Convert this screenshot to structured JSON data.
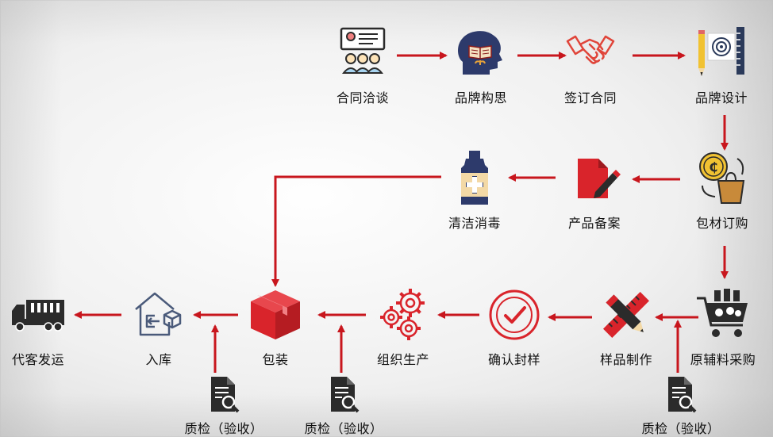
{
  "steps": {
    "contract_negotiation": "合同洽谈",
    "brand_concept": "品牌构思",
    "sign_contract": "签订合同",
    "brand_design": "品牌设计",
    "packaging_purchase": "包材订购",
    "product_filing": "产品备案",
    "cleaning": "清洁消毒",
    "packaging": "包装",
    "organize_production": "组织生产",
    "confirm_sample": "确认封样",
    "sample_making": "样品制作",
    "raw_material_purchase": "原辅料采购",
    "warehousing": "入库",
    "shipping": "代客发运"
  },
  "quality_checks": {
    "qc_packaging": "质检（验收）",
    "qc_production": "质检（验收）",
    "qc_materials": "质检（验收）"
  },
  "colors": {
    "arrow": "#c8161d",
    "icon_dark": "#2b2b2b",
    "icon_red": "#d9242b"
  },
  "icons": {
    "contract_negotiation": "meeting-icon",
    "brand_concept": "brain-book-icon",
    "sign_contract": "handshake-icon",
    "brand_design": "design-tools-icon",
    "packaging_purchase": "money-bag-icon",
    "product_filing": "document-edit-icon",
    "cleaning": "disinfectant-bottle-icon",
    "packaging": "box-icon",
    "organize_production": "gears-icon",
    "confirm_sample": "checkmark-seal-icon",
    "sample_making": "ruler-pencil-icon",
    "raw_material_purchase": "shopping-cart-icon",
    "warehousing": "warehouse-icon",
    "shipping": "truck-icon",
    "quality_check": "document-search-icon"
  }
}
